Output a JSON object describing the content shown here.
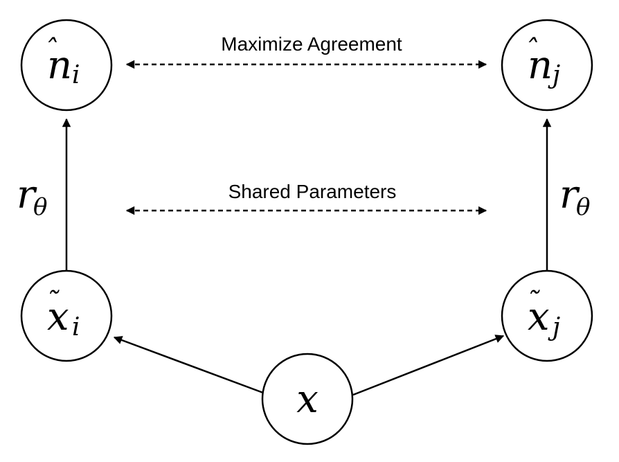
{
  "nodes": {
    "n_i": {
      "base": "n",
      "accent": "̂",
      "sub": "i"
    },
    "n_j": {
      "base": "n",
      "accent": "̂",
      "sub": "j"
    },
    "x_ti": {
      "base": "x",
      "accent": "̃",
      "sub": "i"
    },
    "x_tj": {
      "base": "x",
      "accent": "̃",
      "sub": "j"
    },
    "x": {
      "base": "x"
    }
  },
  "edge_labels": {
    "left": {
      "base": "r",
      "sub": "θ"
    },
    "right": {
      "base": "r",
      "sub": "θ"
    }
  },
  "relations": {
    "top": "Maximize Agreement",
    "middle": "Shared Parameters"
  }
}
